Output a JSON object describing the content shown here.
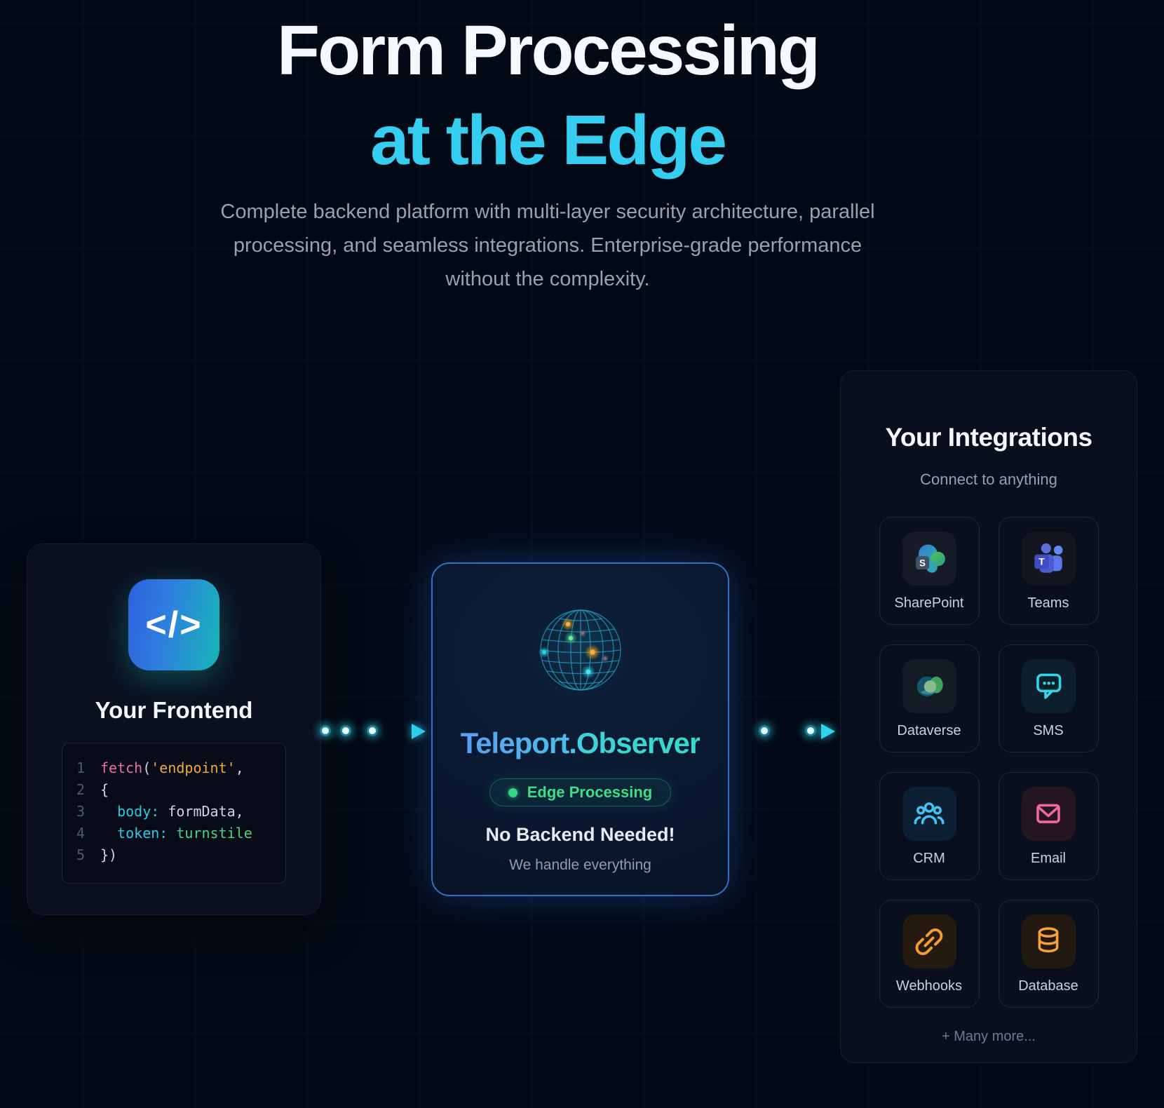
{
  "header": {
    "title_line1": "Form Processing",
    "title_line2": "at the Edge",
    "subtitle_lines": [
      "Complete backend platform with multi-layer security architecture, parallel",
      "processing, and seamless integrations. Enterprise-grade performance",
      "without the complexity."
    ]
  },
  "frontend": {
    "title": "Your Frontend",
    "icon_glyph": "</>",
    "code": {
      "line1": {
        "num": "1",
        "fn": "fetch",
        "open": "(",
        "string": "'endpoint'",
        "comma": ","
      },
      "line2": {
        "num": "2",
        "brace": "{"
      },
      "line3": {
        "num": "3",
        "key": "  body:",
        "value": " formData,"
      },
      "line4": {
        "num": "4",
        "key": "  token:",
        "value": " turnstile"
      },
      "line5": {
        "num": "5",
        "close": "})"
      }
    }
  },
  "processor": {
    "title_part1": "Teleport.",
    "title_part2": "Observer",
    "badge_label": "Edge Processing",
    "headline": "No Backend Needed!",
    "subtext": "We handle everything"
  },
  "integrations": {
    "title": "Your Integrations",
    "subtitle": "Connect to anything",
    "items": [
      {
        "label": "SharePoint",
        "icon": "sharepoint-icon",
        "letter": "S"
      },
      {
        "label": "Teams",
        "icon": "teams-icon",
        "letter": "T"
      },
      {
        "label": "Dataverse",
        "icon": "dataverse-icon"
      },
      {
        "label": "SMS",
        "icon": "sms-icon"
      },
      {
        "label": "CRM",
        "icon": "crm-icon"
      },
      {
        "label": "Email",
        "icon": "email-icon"
      },
      {
        "label": "Webhooks",
        "icon": "webhooks-icon"
      },
      {
        "label": "Database",
        "icon": "database-icon"
      }
    ],
    "more_label": "+ Many more..."
  },
  "colors": {
    "page_background": "#040a15",
    "accent_cyan": "#35cdf0",
    "accent_blue": "#3470c8",
    "badge_green": "#3fde85",
    "code_pink": "#f06daa",
    "code_amber": "#f5a83e",
    "code_cyan": "#2fc7e6",
    "code_green": "#4bd381",
    "icon_orange": "#f59b33",
    "icon_pink": "#f468a2",
    "icon_sms_cyan": "#2ed7ea",
    "icon_crm_blue": "#41c4f2"
  }
}
